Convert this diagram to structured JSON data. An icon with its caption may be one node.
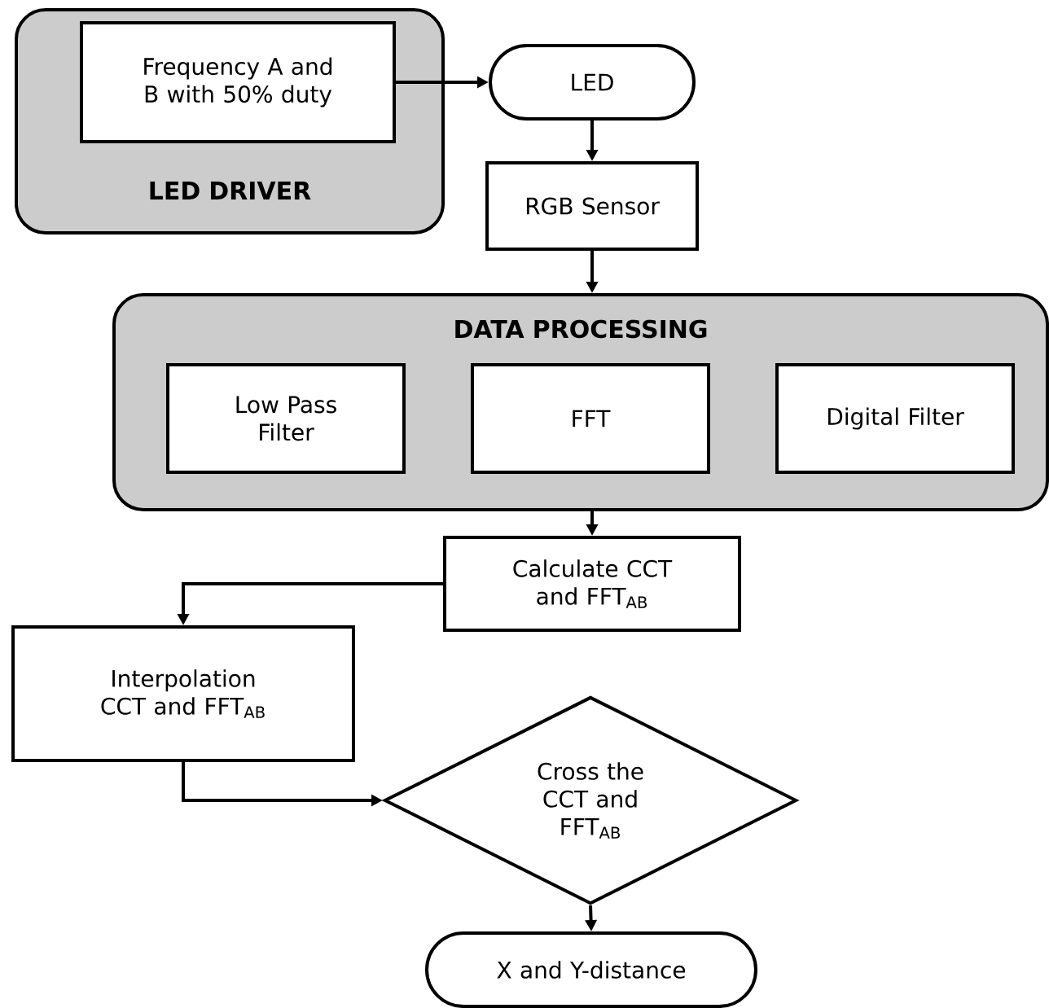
{
  "diagram": {
    "nodes": [
      {
        "text": [
          "LED DRIVER"
        ]
      },
      {
        "text": [
          "Frequency A and B with 50% duty"
        ],
        "in": 0
      },
      {
        "text": [
          "LED"
        ]
      },
      {
        "text": [
          "RGB Sensor"
        ]
      },
      {
        "text": [
          "DATA PROCESSING"
        ]
      },
      {
        "text": [
          "Low Pass Filter"
        ],
        "in": 4
      },
      {
        "text": [
          "FFT"
        ],
        "in": 4
      },
      {
        "text": [
          "Digital Filter"
        ],
        "in": 4
      },
      {
        "text": [
          "Calculate CCT and FFT$_{AB}$"
        ]
      },
      {
        "text": [
          "Interpolation CCT and FFT$_{AB}$"
        ]
      },
      {
        "text": [
          "Cross the CCT and FFT$_{AB}$"
        ]
      },
      {
        "text": [
          "X and Y-distance"
        ]
      }
    ],
    "edges": [
      {
        "from": 1,
        "to": 2,
        "arrow": "to"
      },
      {
        "from": 2,
        "to": 3,
        "arrow": "to"
      },
      {
        "from": 3,
        "to": 4,
        "arrow": "to"
      },
      {
        "from": 4,
        "to": 8,
        "arrow": "to"
      },
      {
        "from": 8,
        "to": 9,
        "arrow": "to"
      },
      {
        "from": 9,
        "to": 10,
        "arrow": "to"
      },
      {
        "from": 10,
        "to": 11,
        "arrow": "to"
      }
    ]
  }
}
